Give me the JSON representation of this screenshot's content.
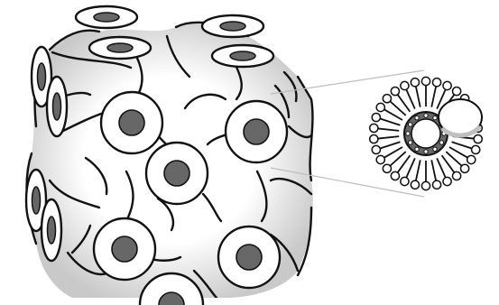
{
  "figure": {
    "structure": "bicontinuous-cubic-lattice",
    "background_color": "#ffffff",
    "ink_color": "#111111",
    "channel_core_color": "#676767",
    "tube_wall_color": "#ffffff",
    "leader_line_color": "#bdbdbd",
    "shading_color": "#bfbfbf"
  },
  "inset": {
    "subject": "micelle-cross-section",
    "headgroup_count": 30,
    "has_bulb": true
  }
}
